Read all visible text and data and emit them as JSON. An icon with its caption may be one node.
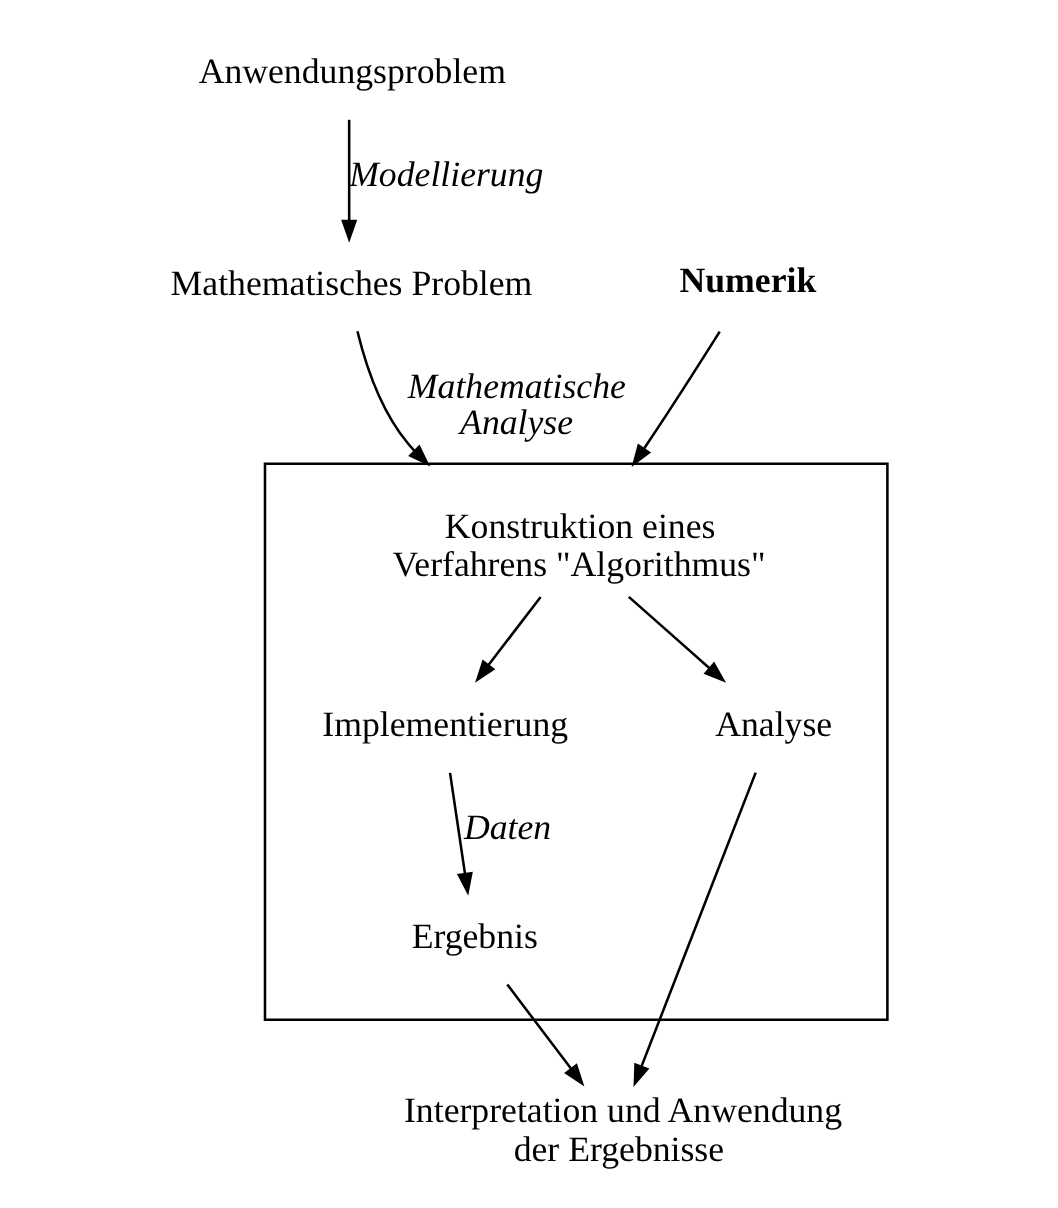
{
  "diagram": {
    "nodes": [
      {
        "text": [
          "Anwendungsproblem"
        ]
      },
      {
        "text": [
          "Mathematisches Problem"
        ]
      },
      {
        "text": [],
        "shape": "box"
      },
      {
        "text": [
          "Konstruktion eines Verfahrens \"Algorithmus\""
        ],
        "in": 2
      },
      {
        "text": [
          "Implementierung"
        ],
        "in": 2
      },
      {
        "text": [
          "Analyse"
        ],
        "in": 2
      },
      {
        "text": [
          "Ergebnis"
        ],
        "in": 2
      },
      {
        "text": [
          "Interpretation und Anwendung der Ergebnisse"
        ]
      },
      {
        "text": [
          "Numerik"
        ]
      }
    ],
    "edges": [
      {
        "from": 0,
        "to": 1,
        "arrow": "to",
        "label": "Modellierung"
      },
      {
        "from": 1,
        "to": 2,
        "arrow": "to",
        "label": "Mathematische Analyse"
      },
      {
        "from": 3,
        "to": 4,
        "arrow": "to"
      },
      {
        "from": 3,
        "to": 5,
        "arrow": "to"
      },
      {
        "from": 4,
        "to": 6,
        "arrow": "to",
        "label": "Daten"
      },
      {
        "from": 6,
        "to": 7,
        "arrow": "to"
      },
      {
        "from": 5,
        "to": 7,
        "arrow": "to"
      },
      {
        "from": 8,
        "to": 2,
        "arrow": "to"
      }
    ]
  }
}
